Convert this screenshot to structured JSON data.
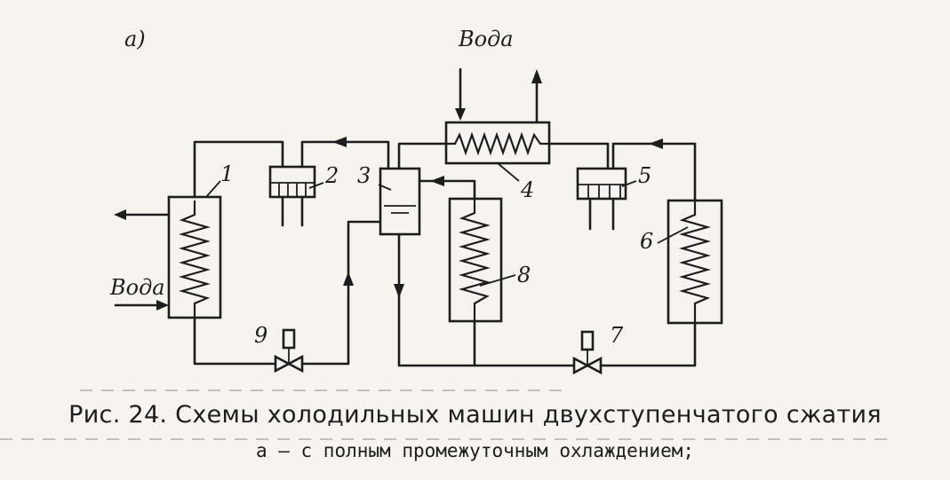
{
  "figure": {
    "panel_label": "а)",
    "water_label_top": "Вода",
    "water_label_left": "Вода",
    "components": [
      {
        "id": "1",
        "label": "1"
      },
      {
        "id": "2",
        "label": "2"
      },
      {
        "id": "3",
        "label": "3"
      },
      {
        "id": "4",
        "label": "4"
      },
      {
        "id": "5",
        "label": "5"
      },
      {
        "id": "6",
        "label": "6"
      },
      {
        "id": "7",
        "label": "7"
      },
      {
        "id": "8",
        "label": "8"
      },
      {
        "id": "9",
        "label": "9"
      }
    ]
  },
  "caption": {
    "title": "Рис. 24. Схемы холодильных машин двухступенчатого сжатия",
    "subtitle": "а — с полным промежуточным охлаждением;"
  }
}
